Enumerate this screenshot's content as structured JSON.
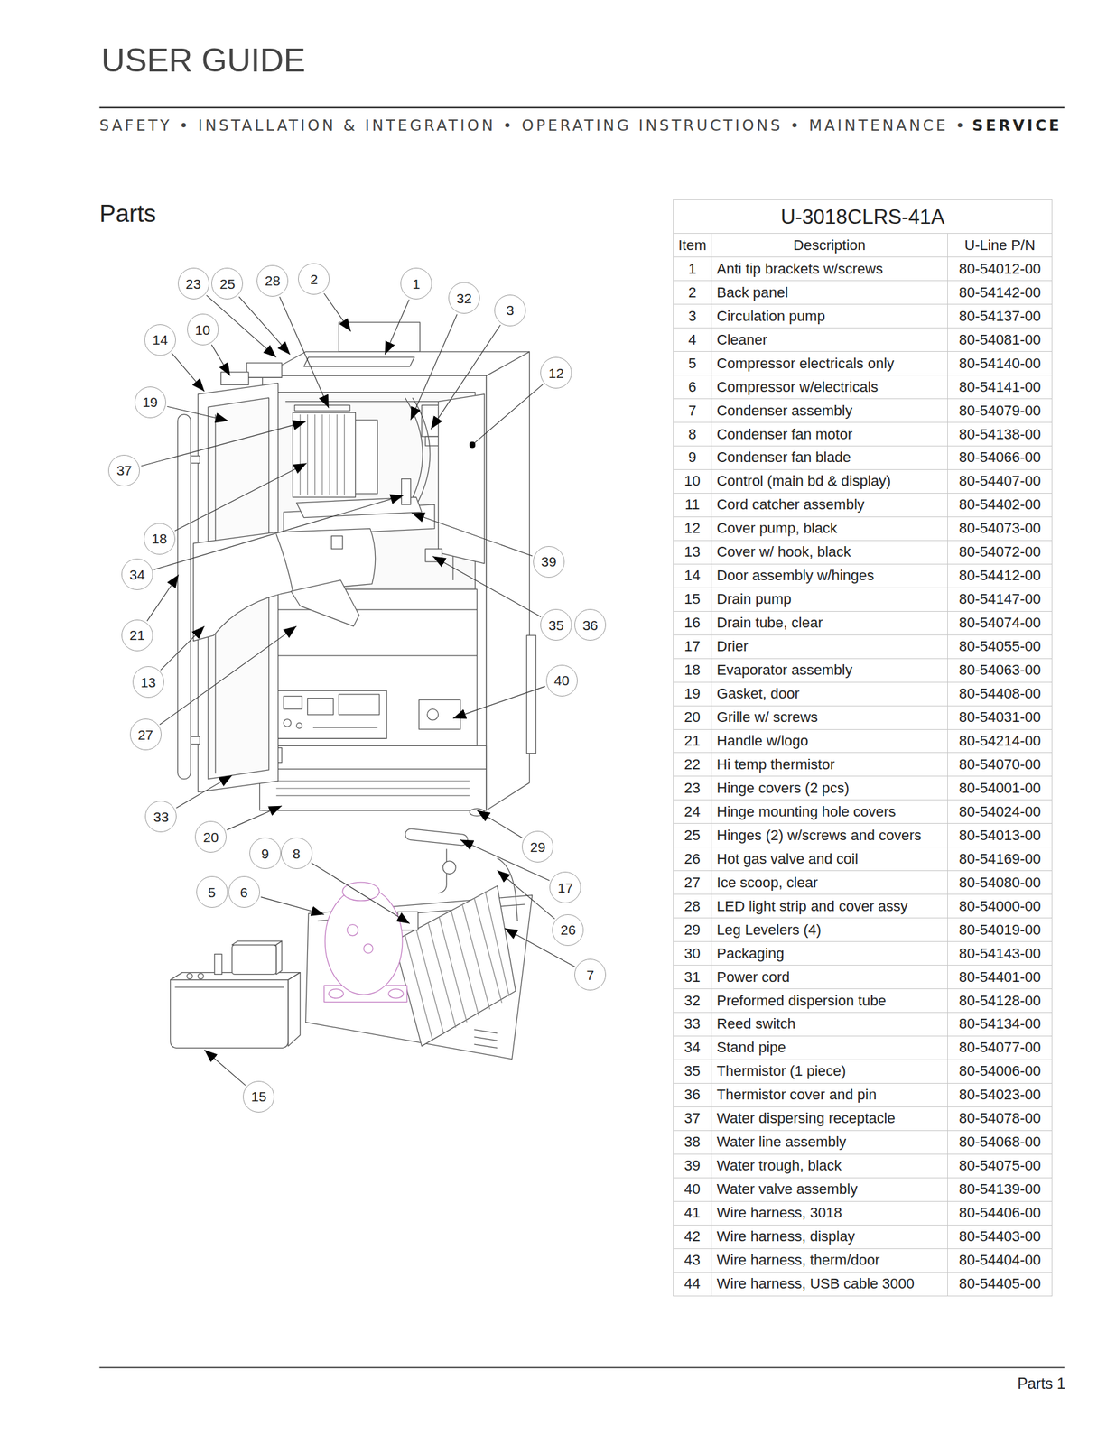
{
  "diagram": {
    "title": "USER GUIDE",
    "nodes": [
      {
        "text": [
          "23"
        ]
      },
      {
        "text": [
          "25"
        ]
      },
      {
        "text": [
          "28"
        ]
      },
      {
        "text": [
          "2"
        ]
      },
      {
        "text": [
          "1"
        ]
      },
      {
        "text": [
          "32"
        ]
      },
      {
        "text": [
          "3"
        ]
      },
      {
        "text": [
          "14"
        ]
      },
      {
        "text": [
          "10"
        ]
      },
      {
        "text": [
          "12"
        ]
      },
      {
        "text": [
          "19"
        ]
      },
      {
        "text": [
          "37"
        ]
      },
      {
        "text": [
          "18"
        ]
      },
      {
        "text": [
          "39"
        ]
      },
      {
        "text": [
          "34"
        ]
      },
      {
        "text": [
          "35"
        ]
      },
      {
        "text": [
          "36"
        ]
      },
      {
        "text": [
          "21"
        ]
      },
      {
        "text": [
          "40"
        ]
      },
      {
        "text": [
          "13"
        ]
      },
      {
        "text": [
          "27"
        ]
      },
      {
        "text": [
          "33"
        ]
      },
      {
        "text": [
          "20"
        ]
      },
      {
        "text": [
          "29"
        ]
      },
      {
        "text": [
          "9"
        ]
      },
      {
        "text": [
          "8"
        ]
      },
      {
        "text": [
          "17"
        ]
      },
      {
        "text": [
          "5"
        ]
      },
      {
        "text": [
          "6"
        ]
      },
      {
        "text": [
          "26"
        ]
      },
      {
        "text": [
          "7"
        ]
      },
      {
        "text": [
          "15"
        ]
      }
    ],
    "labels": [
      "SAFETY • INSTALLATION & INTEGRATION • OPERATING INSTRUCTIONS • MAINTENANCE •",
      "SERVICE",
      "Parts",
      "U-3018CLRS-41A",
      "Item",
      "Description",
      "U-Line P/N",
      "1",
      "Anti tip brackets w/screws",
      "80-54012-00",
      "2",
      "Back panel",
      "80-54142-00",
      "3",
      "Circulation pump",
      "80-54137-00",
      "4",
      "Cleaner",
      "80-54081-00",
      "5",
      "Compressor electricals only",
      "80-54140-00",
      "6",
      "Compressor w/electricals",
      "80-54141-00",
      "7",
      "Condenser assembly",
      "80-54079-00",
      "8",
      "Condenser fan motor",
      "80-54138-00",
      "9",
      "Condenser fan blade",
      "80-54066-00",
      "10",
      "Control (main bd & display)",
      "80-54407-00",
      "11",
      "Cord catcher assembly",
      "80-54402-00",
      "12",
      "Cover pump, black",
      "80-54073-00",
      "13",
      "Cover w/ hook, black",
      "80-54072-00",
      "14",
      "Door assembly w/hinges",
      "80-54412-00",
      "15",
      "Drain pump",
      "80-54147-00",
      "16",
      "Drain tube, clear",
      "80-54074-00",
      "17",
      "Drier",
      "80-54055-00",
      "18",
      "Evaporator assembly",
      "80-54063-00",
      "19",
      "Gasket, door",
      "80-54408-00",
      "20",
      "Grille w/ screws",
      "80-54031-00",
      "21",
      "Handle w/logo",
      "80-54214-00",
      "22",
      "Hi temp thermistor",
      "80-54070-00",
      "23",
      "Hinge covers (2 pcs)",
      "80-54001-00",
      "24",
      "Hinge mounting hole covers",
      "80-54024-00",
      "25",
      "Hinges (2) w/screws and covers",
      "80-54013-00",
      "26",
      "Hot gas valve and coil",
      "80-54169-00",
      "27",
      "Ice scoop, clear",
      "80-54080-00",
      "28",
      "LED light strip and cover assy",
      "80-54000-00",
      "29",
      "Leg Levelers (4)",
      "80-54019-00",
      "30",
      "Packaging",
      "80-54143-00",
      "31",
      "Power cord",
      "80-54401-00",
      "32",
      "Preformed dispersion tube",
      "80-54128-00",
      "33",
      "Reed switch",
      "80-54134-00",
      "34",
      "Stand pipe",
      "80-54077-00",
      "35",
      "Thermistor (1 piece)",
      "80-54006-00",
      "36",
      "Thermistor cover and pin",
      "80-54023-00",
      "37",
      "Water dispersing receptacle",
      "80-54078-00",
      "38",
      "Water line assembly",
      "80-54068-00",
      "39",
      "Water trough, black",
      "80-54075-00",
      "40",
      "Water valve assembly",
      "80-54139-00",
      "41",
      "Wire harness, 3018",
      "80-54406-00",
      "42",
      "Wire harness, display",
      "80-54403-00",
      "43",
      "Wire harness, therm/door",
      "80-54404-00",
      "44",
      "Wire harness, USB cable 3000",
      "80-54405-00",
      "Parts 1"
    ]
  }
}
